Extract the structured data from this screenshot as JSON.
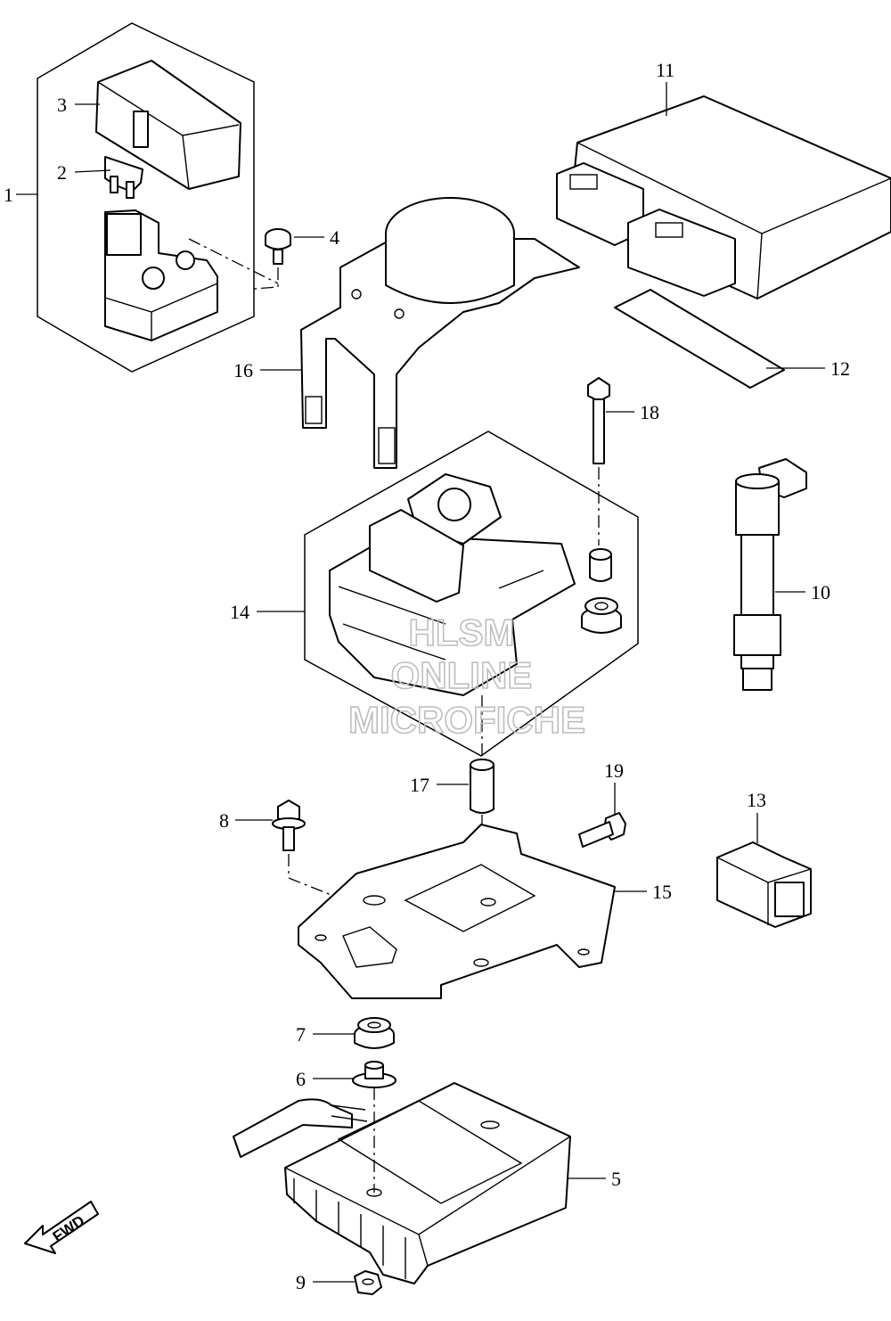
{
  "diagram": {
    "callouts": [
      {
        "id": "1",
        "text": "1"
      },
      {
        "id": "2",
        "text": "2"
      },
      {
        "id": "3",
        "text": "3"
      },
      {
        "id": "4",
        "text": "4"
      },
      {
        "id": "5",
        "text": "5"
      },
      {
        "id": "6",
        "text": "6"
      },
      {
        "id": "7",
        "text": "7"
      },
      {
        "id": "8",
        "text": "8"
      },
      {
        "id": "9",
        "text": "9"
      },
      {
        "id": "10",
        "text": "10"
      },
      {
        "id": "11",
        "text": "11"
      },
      {
        "id": "12",
        "text": "12"
      },
      {
        "id": "13",
        "text": "13"
      },
      {
        "id": "14",
        "text": "14"
      },
      {
        "id": "15",
        "text": "15"
      },
      {
        "id": "16",
        "text": "16"
      },
      {
        "id": "17",
        "text": "17"
      },
      {
        "id": "18",
        "text": "18"
      },
      {
        "id": "19",
        "text": "19"
      }
    ],
    "fwd_label": "FWD"
  },
  "watermark": {
    "line1": "HLSM",
    "line2": "ONLINE",
    "line3": "MICROFICHE"
  }
}
